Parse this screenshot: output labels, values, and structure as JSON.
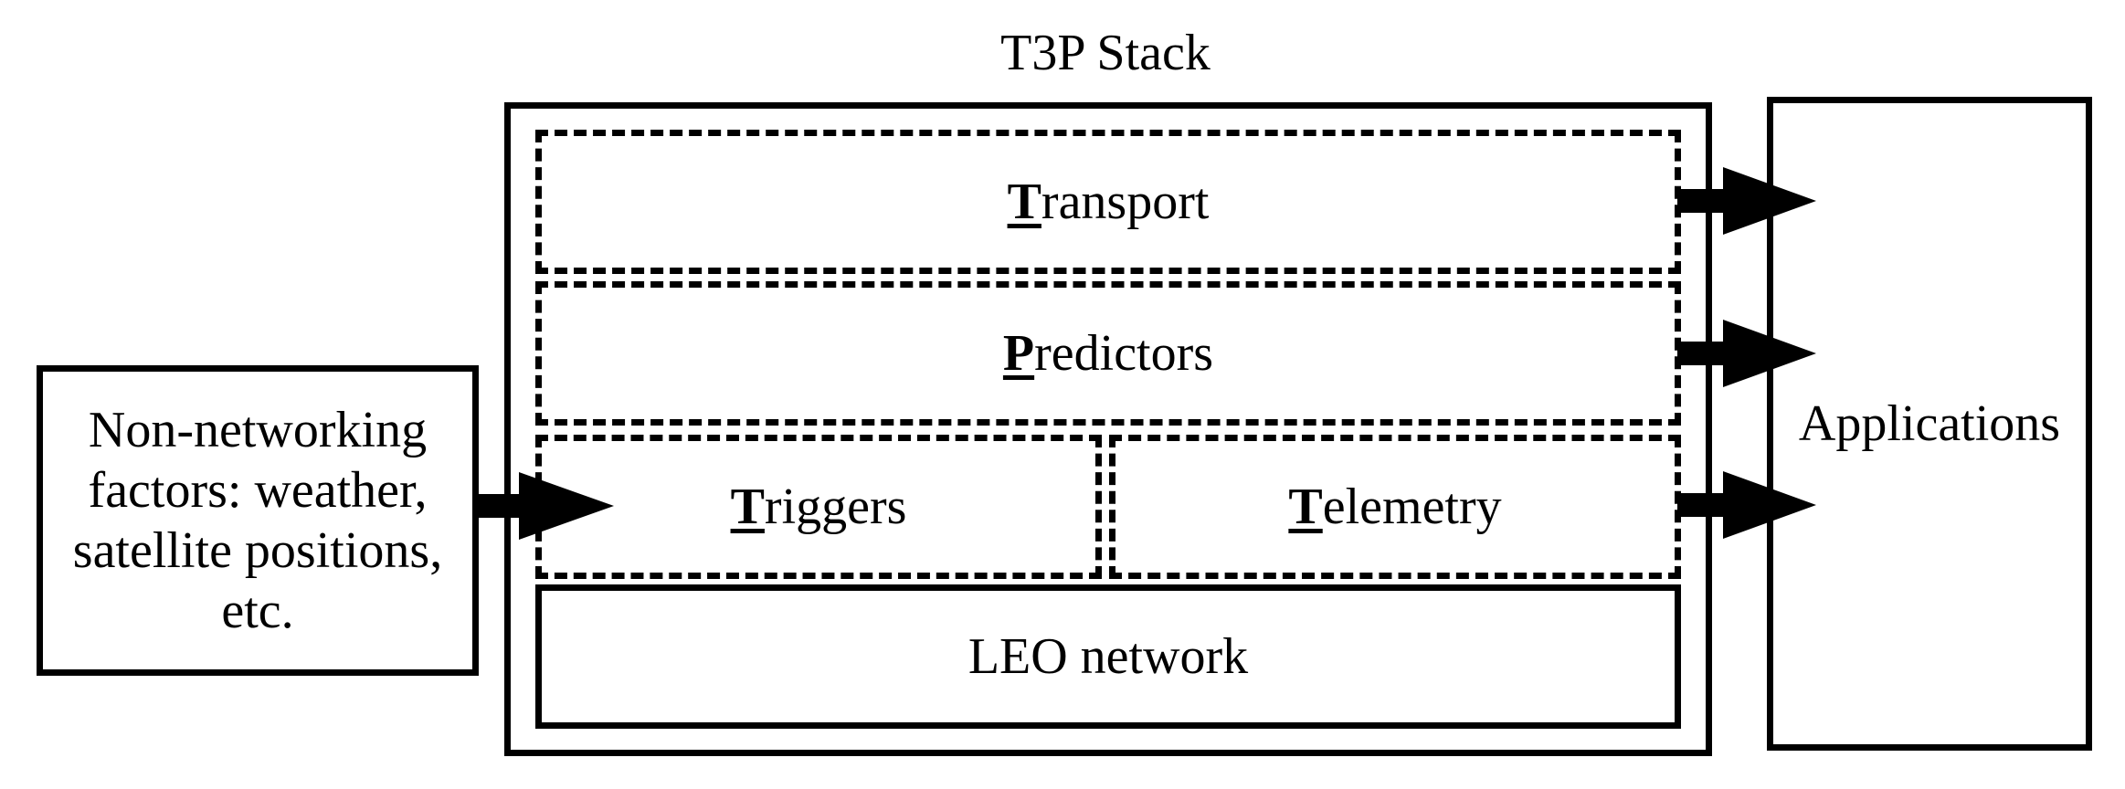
{
  "stack": {
    "title": "T3P Stack"
  },
  "layers": {
    "transport": {
      "lead": "T",
      "rest": "ransport"
    },
    "predictors": {
      "lead": "P",
      "rest": "redictors"
    },
    "triggers": {
      "lead": "T",
      "rest": "riggers"
    },
    "telemetry": {
      "lead": "T",
      "rest": "elemetry"
    },
    "network": {
      "label": "LEO network"
    }
  },
  "inputs": {
    "lines": [
      "Non-networking",
      "factors: weather,",
      "satellite positions,",
      "etc."
    ]
  },
  "applications": {
    "label": "Applications"
  }
}
